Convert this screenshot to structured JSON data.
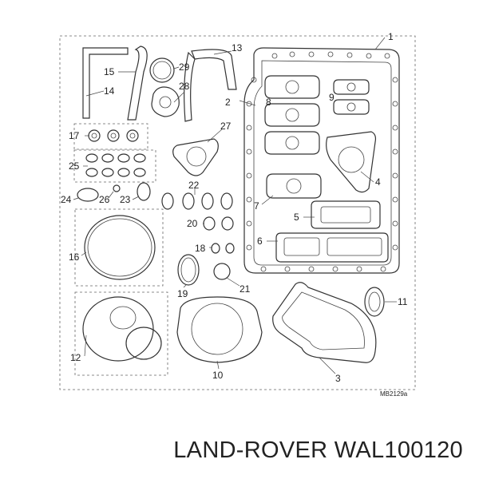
{
  "caption": "LAND-ROVER WAL100120",
  "figure_code": "MB2129a",
  "callouts": [
    "1",
    "2",
    "3",
    "4",
    "5",
    "6",
    "7",
    "8",
    "9",
    "10",
    "11",
    "12",
    "13",
    "14",
    "15",
    "16",
    "17",
    "18",
    "19",
    "20",
    "21",
    "22",
    "23",
    "24",
    "25",
    "26",
    "27",
    "28",
    "29"
  ]
}
